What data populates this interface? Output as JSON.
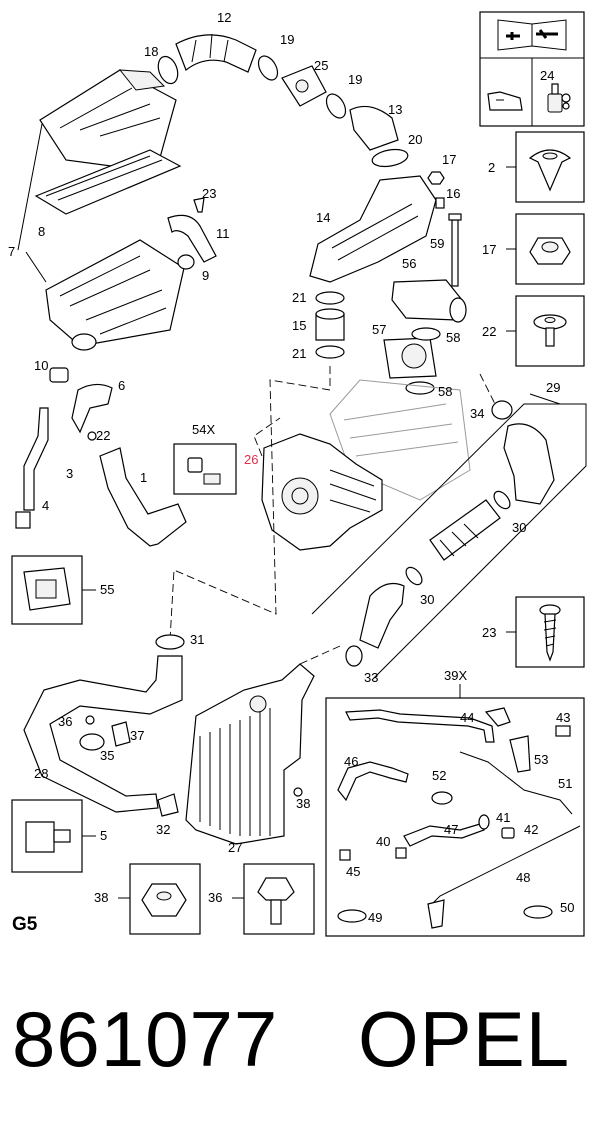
{
  "diagram": {
    "page_label": "G5",
    "part_number": "861077",
    "brand": "OPEL",
    "callouts": {
      "c1": "1",
      "c2": "2",
      "c3": "3",
      "c4": "4",
      "c5": "5",
      "c6": "6",
      "c7": "7",
      "c8": "8",
      "c9": "9",
      "c10": "10",
      "c11": "11",
      "c12": "12",
      "c13": "13",
      "c14": "14",
      "c15": "15",
      "c16": "16",
      "c17a": "17",
      "c17b": "17",
      "c18": "18",
      "c19a": "19",
      "c19b": "19",
      "c20": "20",
      "c21a": "21",
      "c21b": "21",
      "c22a": "22",
      "c22b": "22",
      "c23a": "23",
      "c23b": "23",
      "c24": "24",
      "c25": "25",
      "c26": "26",
      "c27": "27",
      "c28": "28",
      "c29": "29",
      "c30a": "30",
      "c30b": "30",
      "c31": "31",
      "c32": "32",
      "c33": "33",
      "c34": "34",
      "c35": "35",
      "c36a": "36",
      "c36b": "36",
      "c37": "37",
      "c38a": "38",
      "c38b": "38",
      "c39x": "39X",
      "c40": "40",
      "c41": "41",
      "c42": "42",
      "c43": "43",
      "c44": "44",
      "c45": "45",
      "c46": "46",
      "c47": "47",
      "c48": "48",
      "c49": "49",
      "c50": "50",
      "c51": "51",
      "c52": "52",
      "c53": "53",
      "c54x": "54X",
      "c55": "55",
      "c56": "56",
      "c57": "57",
      "c58a": "58",
      "c58b": "58",
      "c59": "59"
    }
  }
}
